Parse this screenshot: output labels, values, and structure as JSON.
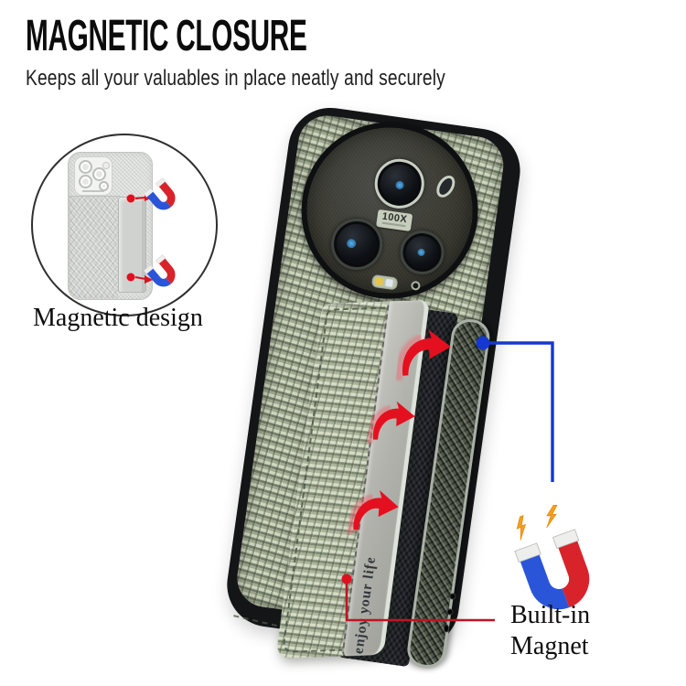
{
  "header": {
    "title": "MAGNETIC CLOSURE",
    "subtitle": "Keeps all your valuables in place neatly and securely"
  },
  "callouts": {
    "magnetic_design": "Magnetic design",
    "built_in_line1": "Built-in",
    "built_in_line2": "Magnet"
  },
  "case": {
    "camera_zoom_badge": "100X",
    "flap_slogan": "enjoy your life"
  },
  "icons": {
    "horseshoe_magnet": "U-magnet, blue and red arms, white pole tips",
    "lightning": "orange spark bolt",
    "fold_arrow": "red curved arrow showing flap fold direction",
    "callout_dot": "leader-line anchor dot"
  },
  "colors": {
    "accent_red": "#e0101f",
    "leader_red": "#c01422",
    "leader_blue": "#1538cf",
    "magnet_blue": "#2b55d8",
    "magnet_red": "#d8232b",
    "bolt_orange": "#f59e19",
    "case_green": "#b5bfa8",
    "case_edge_black": "#141517",
    "band_gray": "#b3b5ae",
    "slot_dark": "#22252a",
    "wall_green": "#4f584a"
  }
}
